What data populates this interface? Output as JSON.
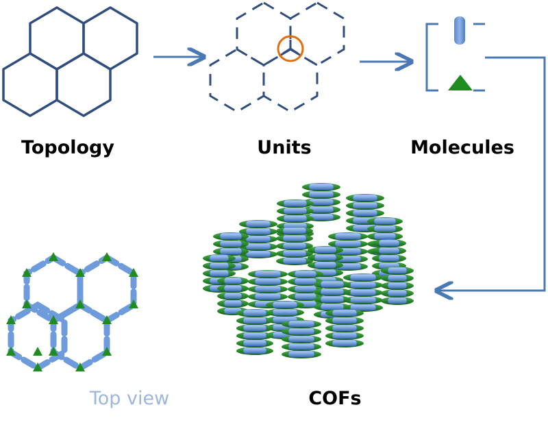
{
  "labels": {
    "topology": "Topology",
    "units": "Units",
    "molecules": "Molecules",
    "cofs": "COFs",
    "top_view": "Top view"
  },
  "colors": {
    "outline": "#2F4E7E",
    "arrow": "#4A78B5",
    "highlight": "#E46C0A",
    "linker": "#6E9BDB",
    "node": "#1F8C1F",
    "top_view_text": "#9DB6DB",
    "text": "#000000"
  },
  "icons": [
    "topology-hexagon-lattice",
    "dashed-unit-lattice",
    "molecule-linker-bar",
    "molecule-triangle-node",
    "cof-3d-stack",
    "cof-top-view"
  ]
}
